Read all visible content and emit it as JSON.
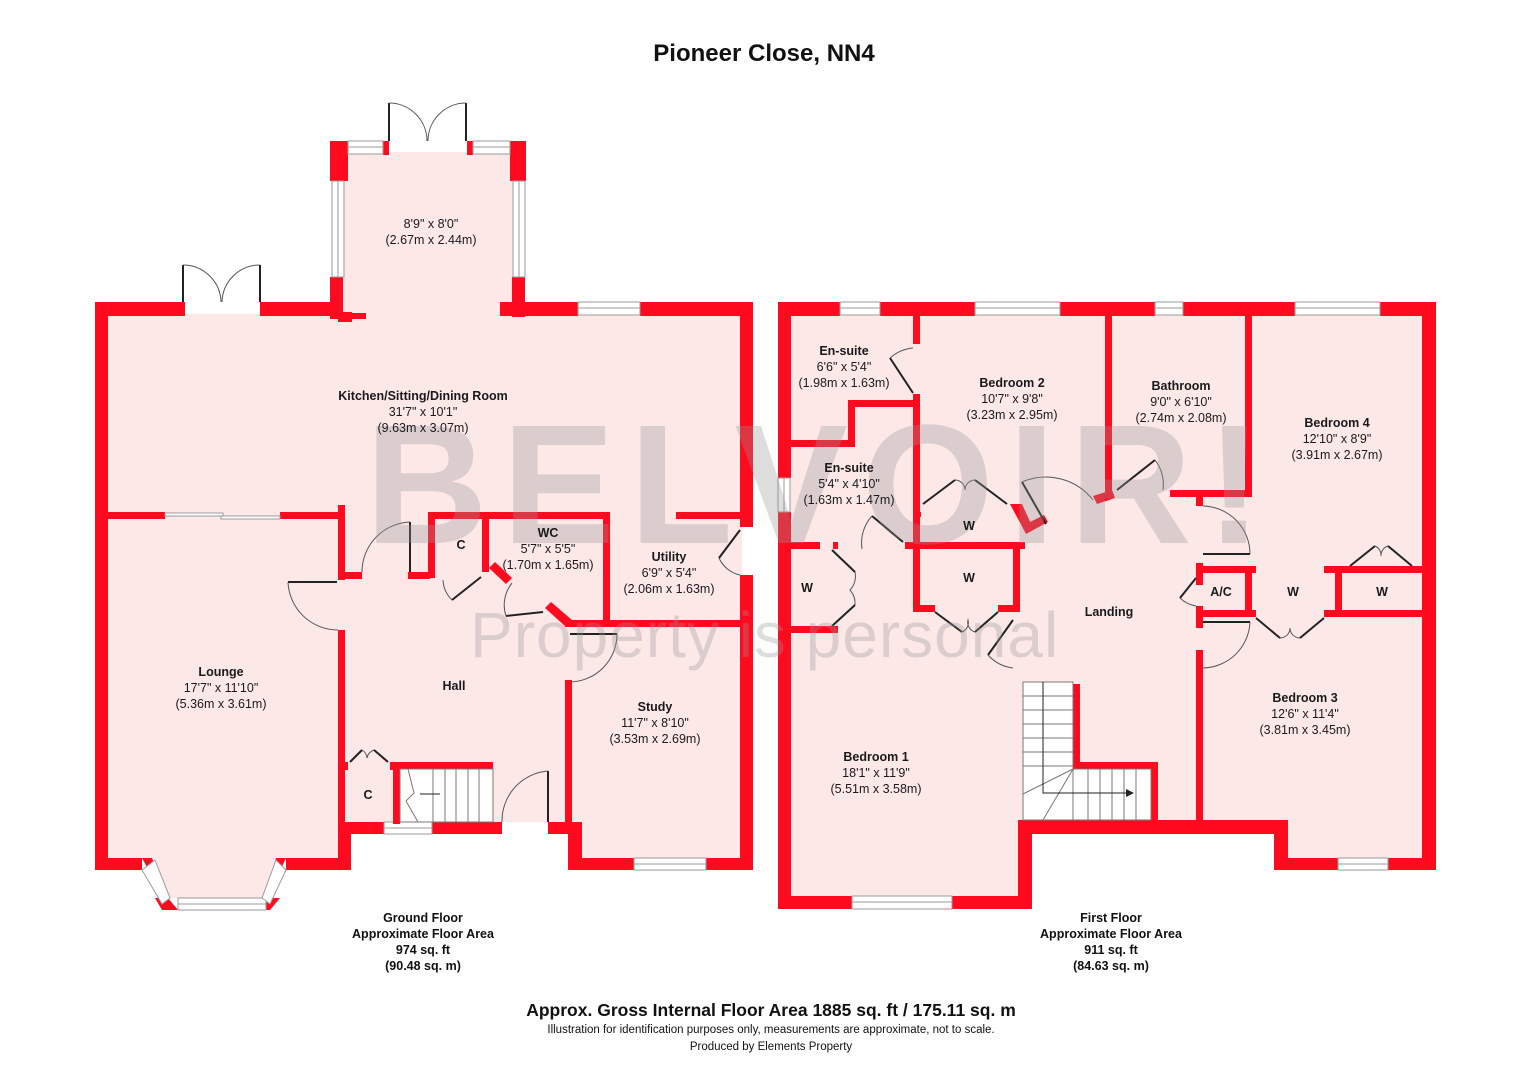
{
  "title": "Pioneer Close, NN4",
  "watermark": {
    "brand": "BELVOIR!",
    "tagline": "Property is personal"
  },
  "colors": {
    "wall": "#ff0a1e",
    "floor": "#fde8e8",
    "window": "#ffffff",
    "text": "#1a1a1a"
  },
  "ground_floor": {
    "rooms": [
      {
        "name": "",
        "dim_imperial": "8'9\" x 8'0\"",
        "dim_metric": "(2.67m x 2.44m)"
      },
      {
        "name": "Kitchen/Sitting/Dining Room",
        "dim_imperial": "31'7\" x 10'1\"",
        "dim_metric": "(9.63m x 3.07m)"
      },
      {
        "name": "WC",
        "dim_imperial": "5'7\" x 5'5\"",
        "dim_metric": "(1.70m x 1.65m)"
      },
      {
        "name": "Utility",
        "dim_imperial": "6'9\" x 5'4\"",
        "dim_metric": "(2.06m x 1.63m)"
      },
      {
        "name": "Lounge",
        "dim_imperial": "17'7\" x 11'10\"",
        "dim_metric": "(5.36m x 3.61m)"
      },
      {
        "name": "Study",
        "dim_imperial": "11'7\" x 8'10\"",
        "dim_metric": "(3.53m x 2.69m)"
      }
    ],
    "labels": {
      "hall": "Hall",
      "cupboard_1": "C",
      "cupboard_2": "C"
    },
    "area": {
      "title": "Ground Floor",
      "subtitle": "Approximate Floor Area",
      "sqft": "974 sq. ft",
      "sqm": "(90.48 sq. m)"
    }
  },
  "first_floor": {
    "rooms": [
      {
        "name": "En-suite",
        "dim_imperial": "6'6\" x 5'4\"",
        "dim_metric": "(1.98m x 1.63m)"
      },
      {
        "name": "Bedroom 2",
        "dim_imperial": "10'7\" x 9'8\"",
        "dim_metric": "(3.23m x 2.95m)"
      },
      {
        "name": "Bathroom",
        "dim_imperial": "9'0\" x 6'10\"",
        "dim_metric": "(2.74m x 2.08m)"
      },
      {
        "name": "Bedroom 4",
        "dim_imperial": "12'10\" x 8'9\"",
        "dim_metric": "(3.91m x 2.67m)"
      },
      {
        "name": "En-suite",
        "dim_imperial": "5'4\" x 4'10\"",
        "dim_metric": "(1.63m x 1.47m)"
      },
      {
        "name": "Bedroom 1",
        "dim_imperial": "18'1\" x 11'9\"",
        "dim_metric": "(5.51m x 3.58m)"
      },
      {
        "name": "Bedroom 3",
        "dim_imperial": "12'6\" x 11'4\"",
        "dim_metric": "(3.81m x 3.45m)"
      }
    ],
    "labels": {
      "landing": "Landing",
      "airing_cupboard": "A/C",
      "wardrobe": "W"
    },
    "area": {
      "title": "First Floor",
      "subtitle": "Approximate Floor Area",
      "sqft": "911 sq. ft",
      "sqm": "(84.63 sq. m)"
    }
  },
  "footer": {
    "gross_area": "Approx. Gross Internal Floor Area 1885 sq. ft / 175.11 sq. m",
    "disclaimer": "Illustration for identification purposes only, measurements are approximate, not to scale.",
    "credit": "Produced by Elements Property"
  }
}
